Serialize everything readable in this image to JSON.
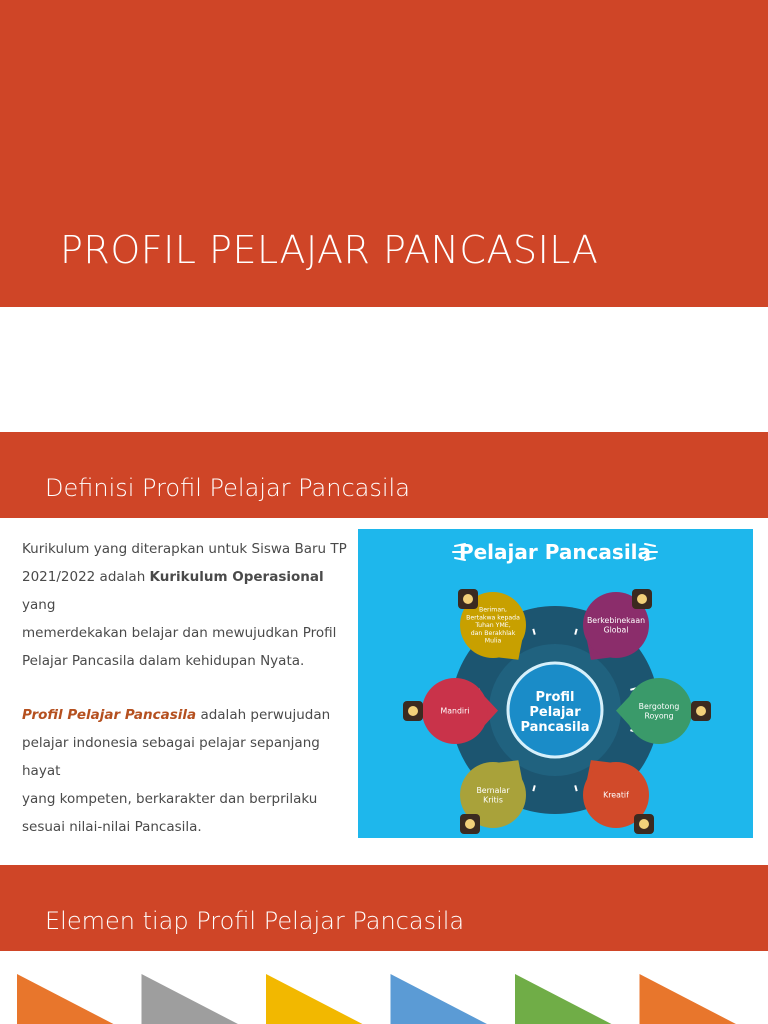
{
  "slide1": {
    "title": "PROFIL PELAJAR PANCASILA"
  },
  "slide2": {
    "heading": "Definisi Profil Pelajar Pancasila",
    "paragraph1": {
      "line1": "Kurikulum yang diterapkan untuk Siswa Baru TP",
      "line2_pre": "2021/2022 adalah ",
      "line2_bold": "Kurikulum Operasional",
      "line2_post": " yang",
      "line3": "memerdekakan belajar dan mewujudkan Profil",
      "line4": "Pelajar Pancasila dalam kehidupan Nyata."
    },
    "paragraph2": {
      "line1_bold": "Profil Pelajar Pancasila",
      "line1_post": " adalah perwujudan",
      "line2": "pelajar indonesia sebagai pelajar sepanjang hayat",
      "line3": "yang kompeten, berkarakter dan berprilaku",
      "line4": "sesuai nilai-nilai Pancasila."
    },
    "diagram": {
      "banner": "Pelajar Pancasila",
      "center": [
        "Profil",
        "Pelajar",
        "Pancasila"
      ],
      "elements": [
        {
          "lines": [
            "Beriman,",
            "Bertakwa kepada",
            "Tuhan YME,",
            "dan Berakhlak",
            "Mulia"
          ],
          "color": "#c8a000",
          "icon": "praying-hands-icon"
        },
        {
          "lines": [
            "Berkebinekaan",
            "Global"
          ],
          "color": "#8b2d6b",
          "icon": "people-icon"
        },
        {
          "lines": [
            "Bergotong",
            "Royong"
          ],
          "color": "#3a9a6a",
          "icon": "hands-icon"
        },
        {
          "lines": [
            "Kreatif"
          ],
          "color": "#d14a2a",
          "icon": "lightbulb-head-icon"
        },
        {
          "lines": [
            "Bernalar",
            "Kritis"
          ],
          "color": "#a9a23a",
          "icon": "brain-gear-icon"
        },
        {
          "lines": [
            "Mandiri"
          ],
          "color": "#c9334a",
          "icon": "strong-arm-icon"
        }
      ]
    }
  },
  "slide3": {
    "heading": "Elemen tiap Profil Pelajar Pancasila",
    "triangle_colors": [
      "#e8762c",
      "#9e9e9e",
      "#f2b800",
      "#5b9bd5",
      "#70ad47",
      "#e8762c"
    ]
  }
}
